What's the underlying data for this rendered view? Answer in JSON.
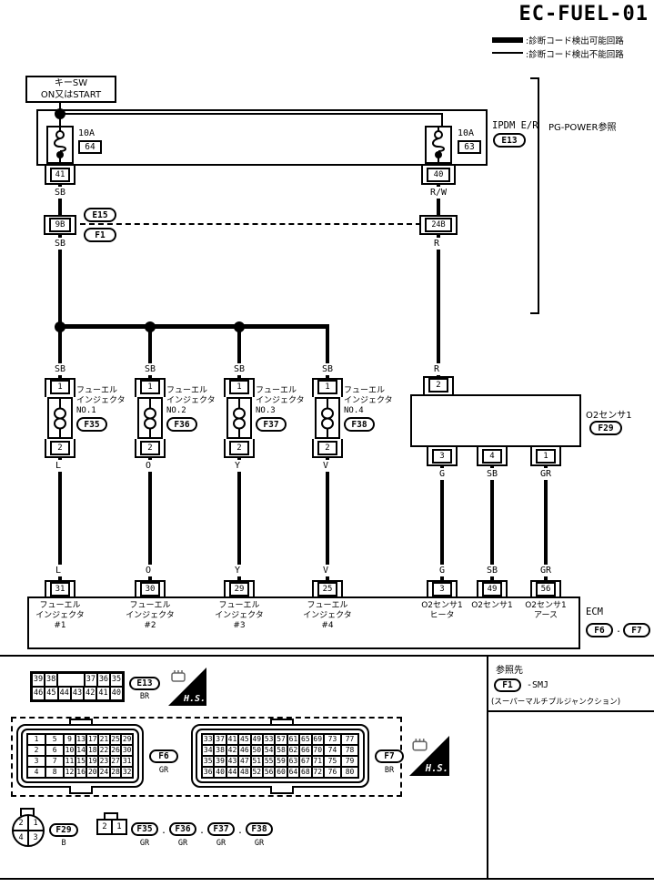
{
  "title": "EC-FUEL-01",
  "punct_dot": ".",
  "legend": {
    "detectable": ":診断コード検出可能回路",
    "undetectable": ":診断コード検出不能回路"
  },
  "power": {
    "key_switch_line1": "キーSW",
    "key_switch_line2": "ON又はSTART",
    "ipdm_label": "IPDM E/R",
    "ipdm_connector": "E13",
    "pg_ref": "PG-POWER参照",
    "fuse_left_rating": "10A",
    "fuse_left_number": "64",
    "terminal_left": "41",
    "wire_left": "SB",
    "fuse_right_rating": "10A",
    "fuse_right_number": "63",
    "terminal_right": "40",
    "wire_right": "R/W"
  },
  "smj": {
    "terminal_left": "9B",
    "terminal_right": "24B",
    "connector_above": "E15",
    "connector_below": "F1",
    "wire_left": "SB",
    "wire_right": "R"
  },
  "injectors": [
    {
      "pin_top": "1",
      "pin_bottom": "2",
      "name1": "フューエル",
      "name2": "インジェクタ",
      "name3": "NO.1",
      "connector": "F35",
      "wire_top": "SB",
      "wire_bottom": "L",
      "ecm_pin": "31",
      "ecm1": "フューエル",
      "ecm2": "インジェクタ",
      "ecm3": "#1"
    },
    {
      "pin_top": "1",
      "pin_bottom": "2",
      "name1": "フューエル",
      "name2": "インジェクタ",
      "name3": "NO.2",
      "connector": "F36",
      "wire_top": "SB",
      "wire_bottom": "O",
      "ecm_pin": "30",
      "ecm1": "フューエル",
      "ecm2": "インジェクタ",
      "ecm3": "#2"
    },
    {
      "pin_top": "1",
      "pin_bottom": "2",
      "name1": "フューエル",
      "name2": "インジェクタ",
      "name3": "NO.3",
      "connector": "F37",
      "wire_top": "SB",
      "wire_bottom": "Y",
      "ecm_pin": "29",
      "ecm1": "フューエル",
      "ecm2": "インジェクタ",
      "ecm3": "#3"
    },
    {
      "pin_top": "1",
      "pin_bottom": "2",
      "name1": "フューエル",
      "name2": "インジェクタ",
      "name3": "NO.4",
      "connector": "F38",
      "wire_top": "SB",
      "wire_bottom": "V",
      "ecm_pin": "25",
      "ecm1": "フューエル",
      "ecm2": "インジェクタ",
      "ecm3": "#4"
    }
  ],
  "o2": {
    "label": "O2センサ1",
    "connector": "F29",
    "pin_top": "2",
    "wire_top": "R",
    "b1_pin": "3",
    "b1_wire": "G",
    "b1_ecm_pin": "3",
    "b1_ecm1": "O2センサ1",
    "b1_ecm2": "ヒータ",
    "b2_pin": "4",
    "b2_wire": "SB",
    "b2_ecm_pin": "49",
    "b2_ecm1": "O2センサ1",
    "b3_pin": "1",
    "b3_wire": "GR",
    "b3_ecm_pin": "56",
    "b3_ecm1": "O2センサ1",
    "b3_ecm2": "アース"
  },
  "ecm": {
    "label": "ECM",
    "conn1": "F6",
    "conn2": "F7"
  },
  "footer": {
    "ref_title": "参照先",
    "ref_connector": "F1",
    "ref_text": "-SMJ",
    "ref_sub": "(スーパーマルチプルジャンクション)",
    "hs": "H.S.",
    "e13": {
      "id": "E13",
      "color": "BR",
      "rows": [
        [
          "39",
          "38",
          "",
          "37",
          "36",
          "35"
        ],
        [
          "46",
          "45",
          "44",
          "43",
          "42",
          "41",
          "40"
        ]
      ]
    },
    "f6": {
      "id": "F6",
      "color": "GR",
      "rows": [
        [
          "1",
          "5",
          "9",
          "13",
          "17",
          "21",
          "25",
          "29"
        ],
        [
          "2",
          "6",
          "10",
          "14",
          "18",
          "22",
          "26",
          "30"
        ],
        [
          "3",
          "7",
          "11",
          "15",
          "19",
          "23",
          "27",
          "31"
        ],
        [
          "4",
          "8",
          "12",
          "16",
          "20",
          "24",
          "28",
          "32"
        ]
      ]
    },
    "f7": {
      "id": "F7",
      "color": "BR",
      "rows": [
        [
          "33",
          "37",
          "41",
          "45",
          "49",
          "53",
          "57",
          "61",
          "65",
          "69",
          "73",
          "77"
        ],
        [
          "34",
          "38",
          "42",
          "46",
          "50",
          "54",
          "58",
          "62",
          "66",
          "70",
          "74",
          "78"
        ],
        [
          "35",
          "39",
          "43",
          "47",
          "51",
          "55",
          "59",
          "63",
          "67",
          "71",
          "75",
          "79"
        ],
        [
          "36",
          "40",
          "44",
          "48",
          "52",
          "56",
          "60",
          "64",
          "68",
          "72",
          "76",
          "80"
        ]
      ]
    },
    "f29": {
      "id": "F29",
      "color": "B",
      "p1": "2",
      "p2": "1",
      "p3": "4",
      "p4": "3"
    },
    "twopin": {
      "p1": "2",
      "p2": "1"
    },
    "inj_conns": [
      {
        "id": "F35",
        "color": "GR"
      },
      {
        "id": "F36",
        "color": "GR"
      },
      {
        "id": "F37",
        "color": "GR"
      },
      {
        "id": "F38",
        "color": "GR"
      }
    ]
  }
}
